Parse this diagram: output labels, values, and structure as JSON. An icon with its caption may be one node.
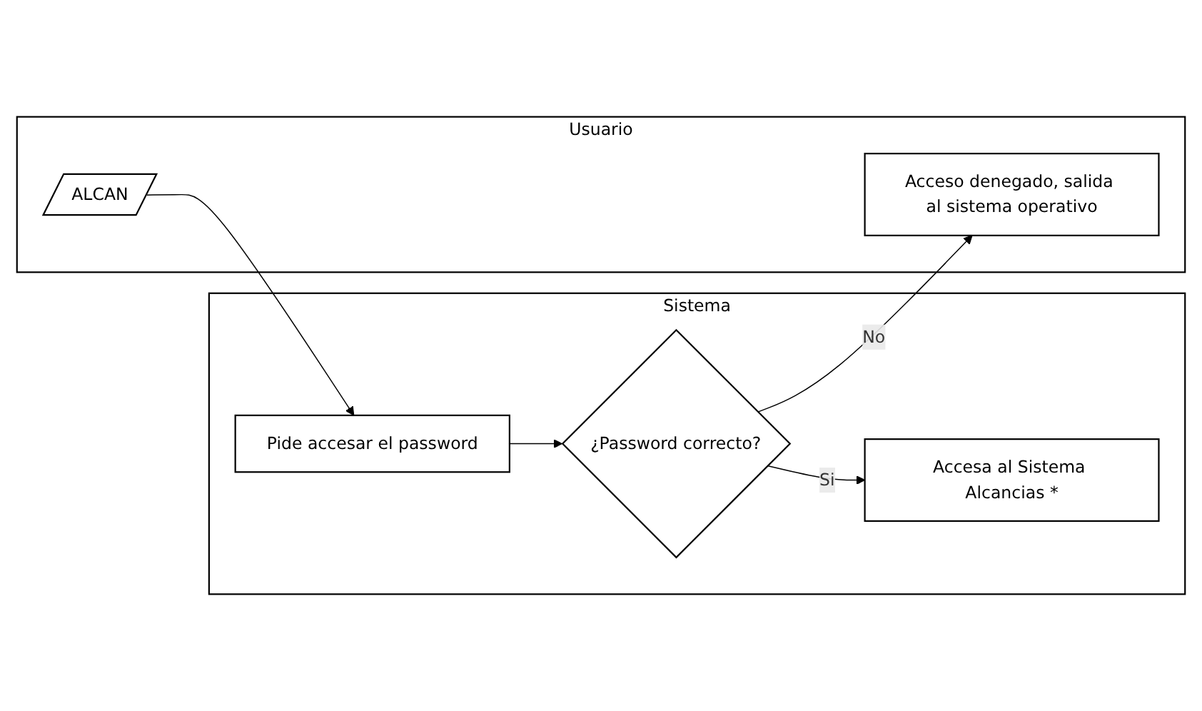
{
  "diagram": {
    "nodes": [
      {
        "text": [
          "Usuario"
        ]
      },
      {
        "text": [
          "Sistema"
        ]
      },
      {
        "text": [
          "ALCAN"
        ],
        "in": 0
      },
      {
        "text": [
          "Pide accesar el password"
        ],
        "in": 1
      },
      {
        "text": [
          "¿Password correcto?"
        ],
        "in": 1
      },
      {
        "text": [
          "Acceso denegado, salida al sistema operativo"
        ],
        "in": 0
      },
      {
        "text": [
          "Accesa al Sistema Alcancias *"
        ],
        "in": 1
      }
    ],
    "edges": [
      {
        "from": 2,
        "to": 3,
        "arrow": "to"
      },
      {
        "from": 3,
        "to": 4,
        "arrow": "to"
      },
      {
        "from": 4,
        "to": 5,
        "label": "No",
        "arrow": "to"
      },
      {
        "from": 4,
        "to": 6,
        "label": "Si",
        "arrow": "to"
      }
    ]
  }
}
